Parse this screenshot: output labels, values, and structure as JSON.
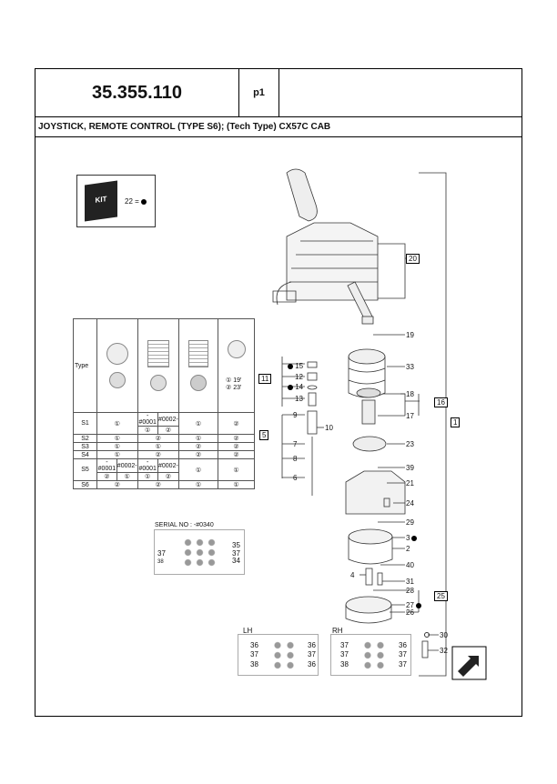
{
  "header": {
    "part_number": "35.355.110",
    "page": "p1",
    "title": "JOYSTICK, REMOTE CONTROL (TYPE S6); (Tech Type) CX57C CAB"
  },
  "kit": {
    "label": "KIT",
    "legend": "22 ="
  },
  "type_table": {
    "type_label": "Type",
    "col4_opts": [
      "① 19'",
      "② 23'"
    ],
    "rows": [
      {
        "name": "S1",
        "c1": "①",
        "c2a_hdr": "-#0001",
        "c2b_hdr": "#0002-",
        "c2a": "①",
        "c2b": "②",
        "c3": "①",
        "c4": "②"
      },
      {
        "name": "S2",
        "c1": "①",
        "c2": "②",
        "c3": "①",
        "c4": "②"
      },
      {
        "name": "S3",
        "c1": "①",
        "c2": "①",
        "c3": "②",
        "c4": "②"
      },
      {
        "name": "S4",
        "c1": "①",
        "c2": "②",
        "c3": "②",
        "c4": "②"
      },
      {
        "name": "S5",
        "c1a_hdr": "-#0001",
        "c1b_hdr": "#0002-",
        "c1a": "②",
        "c1b": "①",
        "c2a_hdr": "-#0001",
        "c2b_hdr": "#0002-",
        "c2a": "①",
        "c2b": "②",
        "c3": "①",
        "c4": "①"
      },
      {
        "name": "S6",
        "c1": "②",
        "c2": "②",
        "c3": "①",
        "c4": "①"
      }
    ]
  },
  "serial": {
    "label": "SERIAL NO : -#0340",
    "callouts": [
      "37",
      "38",
      "35",
      "37",
      "34"
    ]
  },
  "lh": {
    "label": "LH",
    "left": [
      "36",
      "37",
      "38"
    ],
    "right": [
      "36",
      "37",
      "36"
    ]
  },
  "rh": {
    "label": "RH",
    "left": [
      "37",
      "37",
      "38"
    ],
    "right": [
      "36",
      "37",
      "37"
    ]
  },
  "callouts": {
    "c20": "20",
    "c19": "19",
    "c33": "33",
    "c18": "18",
    "c17": "17",
    "c16": "16",
    "c23": "23",
    "c39": "39",
    "c21": "21",
    "c24": "24",
    "c29": "29",
    "c3": "3",
    "c2": "2",
    "c40": "40",
    "c31": "31",
    "c28": "28",
    "c27": "27",
    "c26": "26",
    "c25": "25",
    "c30": "30",
    "c32": "32",
    "c1": "1",
    "c11": "11",
    "c15": "15",
    "c12": "12",
    "c14": "14",
    "c13": "13",
    "c9": "9",
    "c10": "10",
    "c5": "5",
    "c7": "7",
    "c8": "8",
    "c6": "6",
    "c4": "4"
  }
}
